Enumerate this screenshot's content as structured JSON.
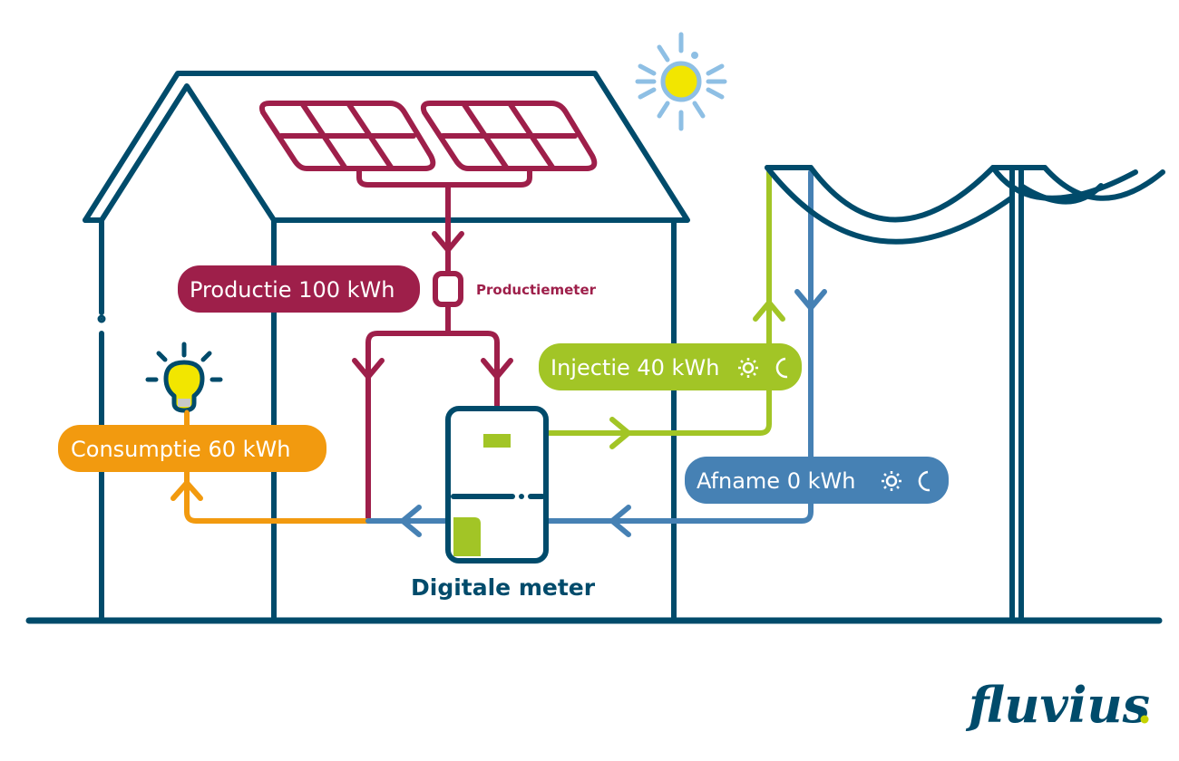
{
  "colors": {
    "structure": "#004b6b",
    "production": "#9e1f4a",
    "injection": "#a2c526",
    "offtake": "#4681b4",
    "consumption": "#f29a0f",
    "sun_core": "#f2e600",
    "sun_rays": "#8ebfe4",
    "bulb": "#f2e600",
    "bulb_base": "#c8c8c8"
  },
  "labels": {
    "production": "Productie 100 kWh",
    "production_meter": "Productiemeter",
    "injection": "Injectie 40 kWh",
    "offtake": "Afname 0 kWh",
    "consumption": "Consumptie 60 kWh",
    "digital_meter": "Digitale meter"
  },
  "icons": {
    "day": "sun-icon",
    "night": "moon-icon"
  },
  "values": {
    "production_kwh": 100,
    "injection_kwh": 40,
    "offtake_kwh": 0,
    "consumption_kwh": 60
  },
  "logo": {
    "text": "fluvius",
    "dot_color": "#c5d300"
  }
}
